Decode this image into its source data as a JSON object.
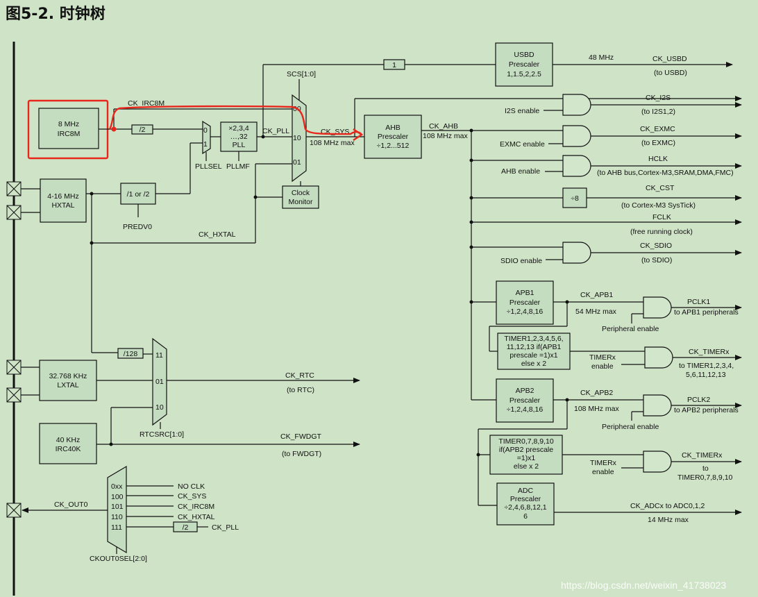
{
  "title": "图5-2. 时钟树",
  "watermark": "https://blog.csdn.net/weixin_41738023",
  "colors": {
    "background": "#cfe3c7",
    "box": "#c4dcc0",
    "line": "#111111",
    "highlight": "#e8261c"
  },
  "blocks": {
    "irc8m": [
      "8 MHz",
      "IRC8M"
    ],
    "hxtal": [
      "4-16 MHz",
      "HXTAL"
    ],
    "lxtal": [
      "32.768 KHz",
      "LXTAL"
    ],
    "irc40k": [
      "40 KHz",
      "IRC40K"
    ],
    "div2_irc": "/2",
    "prediv": "/1 or /2",
    "pll": [
      "×2,3,4",
      "…,32",
      "PLL"
    ],
    "usbd": [
      "USBD",
      "Prescaler",
      "1,1.5,2,2.5"
    ],
    "usbd_div": "1",
    "ahb": [
      "AHB",
      "Prescaler",
      "÷1,2...512"
    ],
    "clock_monitor": [
      "Clock",
      "Monitor"
    ],
    "div8": "÷8",
    "div128": "/128",
    "apb1": [
      "APB1",
      "Prescaler",
      "÷1,2,4,8,16"
    ],
    "timer1": [
      "TIMER1,2,3,4,5,6,",
      "11,12,13 if(APB1",
      "prescale =1)x1",
      "else x 2"
    ],
    "apb2": [
      "APB2",
      "Prescaler",
      "÷1,2,4,8,16"
    ],
    "timer2": [
      "TIMER0,7,8,9,10",
      "if(APB2 prescale",
      "=1)x1",
      "else x 2"
    ],
    "adc": [
      "ADC",
      "Prescaler",
      "÷2,4,6,8,12,1",
      "6"
    ],
    "ckout_div2": "/2"
  },
  "labels": {
    "ck_irc8m": "CK_IRC8M",
    "scs": "SCS[1:0]",
    "ck_pll": "CK_PLL",
    "ck_sys": "CK_SYS",
    "sys_max": "108 MHz max",
    "ck_ahb": "CK_AHB",
    "ahb_max": "108 MHz max",
    "pllsel": "PLLSEL",
    "pllmf": "PLLMF",
    "predv0": "PREDV0",
    "ck_hxtal": "CK_HXTAL",
    "mux_sys_inputs": [
      "00",
      "10",
      "01"
    ],
    "mux_pll_inputs": [
      "0",
      "1"
    ],
    "rtc_mux_inputs": [
      "11",
      "01",
      "10"
    ],
    "rtcsrc": "RTCSRC[1:0]",
    "ck_rtc": "CK_RTC",
    "to_rtc": "(to RTC)",
    "ck_fwdgt": "CK_FWDGT",
    "to_fwdgt": "(to FWDGT)",
    "ck_out0": "CK_OUT0",
    "ckout_sel": "CKOUT0SEL[2:0]",
    "ckout_codes": [
      "0xx",
      "100",
      "101",
      "110",
      "111"
    ],
    "ckout_sources": [
      "NO CLK",
      "CK_SYS",
      "CK_IRC8M",
      "CK_HXTAL",
      "CK_PLL"
    ]
  },
  "outputs": {
    "usbd_freq": "48 MHz",
    "ck_usbd": "CK_USBD",
    "to_usbd": "(to USBD)",
    "i2s_enable": "I2S enable",
    "ck_i2s": "CK_I2S",
    "to_i2s": "(to I2S1,2)",
    "exmc_enable": "EXMC enable",
    "ck_exmc": "CK_EXMC",
    "to_exmc": "(to EXMC)",
    "ahb_enable": "AHB enable",
    "hclk": "HCLK",
    "to_ahb": "(to AHB bus,Cortex-M3,SRAM,DMA,FMC)",
    "ck_cst": "CK_CST",
    "to_systick": "(to Cortex-M3 SysTick)",
    "fclk": "FCLK",
    "free_running": "(free running clock)",
    "sdio_enable": "SDIO enable",
    "ck_sdio": "CK_SDIO",
    "to_sdio": "(to SDIO)",
    "ck_apb1": "CK_APB1",
    "apb1_max": "54 MHz max",
    "pclk1": "PCLK1",
    "to_apb1": "to APB1 peripherals",
    "periph_enable1": "Peripheral enable",
    "timerx_enable1": [
      "TIMERx",
      "enable"
    ],
    "ck_timerx1": "CK_TIMERx",
    "to_timer1": [
      "to TIMER1,2,3,4,",
      "5,6,11,12,13"
    ],
    "ck_apb2": "CK_APB2",
    "apb2_max": "108 MHz max",
    "pclk2": "PCLK2",
    "to_apb2": "to APB2 peripherals",
    "periph_enable2": "Peripheral enable",
    "timerx_enable2": [
      "TIMERx",
      "enable"
    ],
    "ck_timerx2": "CK_TIMERx",
    "to_timer2": [
      "to",
      "TIMER0,7,8,9,10"
    ],
    "ck_adcx": "CK_ADCx to ADC0,1,2",
    "adc_max": "14 MHz max"
  }
}
